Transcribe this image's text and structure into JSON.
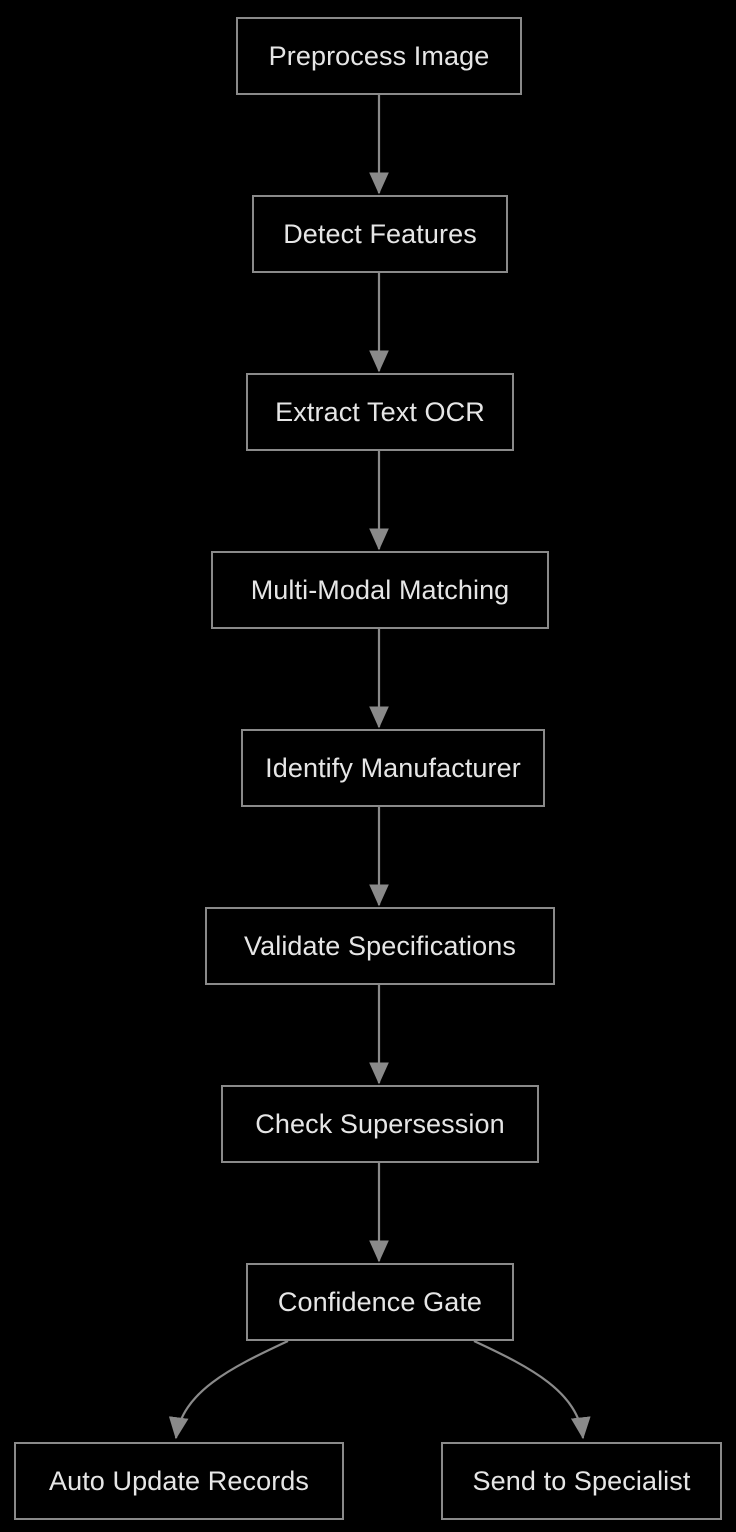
{
  "diagram": {
    "type": "flowchart",
    "orientation": "top-to-bottom",
    "background_color": "#000000",
    "node_border_color": "#8a8a8a",
    "node_fill_color": "#000000",
    "node_text_color": "#e6e6e6",
    "edge_color": "#8a8a8a",
    "nodes": [
      {
        "id": "preprocess-image",
        "label": "Preprocess Image"
      },
      {
        "id": "detect-features",
        "label": "Detect Features"
      },
      {
        "id": "extract-text-ocr",
        "label": "Extract Text OCR"
      },
      {
        "id": "multi-modal-matching",
        "label": "Multi-Modal Matching"
      },
      {
        "id": "identify-manufacturer",
        "label": "Identify Manufacturer"
      },
      {
        "id": "validate-specs",
        "label": "Validate Specifications"
      },
      {
        "id": "check-supersession",
        "label": "Check Supersession"
      },
      {
        "id": "confidence-gate",
        "label": "Confidence Gate"
      },
      {
        "id": "auto-update-records",
        "label": "Auto Update Records"
      },
      {
        "id": "send-to-specialist",
        "label": "Send to Specialist"
      }
    ],
    "edges": [
      {
        "from": "preprocess-image",
        "to": "detect-features",
        "label": ""
      },
      {
        "from": "detect-features",
        "to": "extract-text-ocr",
        "label": ""
      },
      {
        "from": "extract-text-ocr",
        "to": "multi-modal-matching",
        "label": ""
      },
      {
        "from": "multi-modal-matching",
        "to": "identify-manufacturer",
        "label": ""
      },
      {
        "from": "identify-manufacturer",
        "to": "validate-specs",
        "label": ""
      },
      {
        "from": "validate-specs",
        "to": "check-supersession",
        "label": ""
      },
      {
        "from": "check-supersession",
        "to": "confidence-gate",
        "label": ""
      },
      {
        "from": "confidence-gate",
        "to": "auto-update-records",
        "label": ""
      },
      {
        "from": "confidence-gate",
        "to": "send-to-specialist",
        "label": ""
      }
    ]
  }
}
